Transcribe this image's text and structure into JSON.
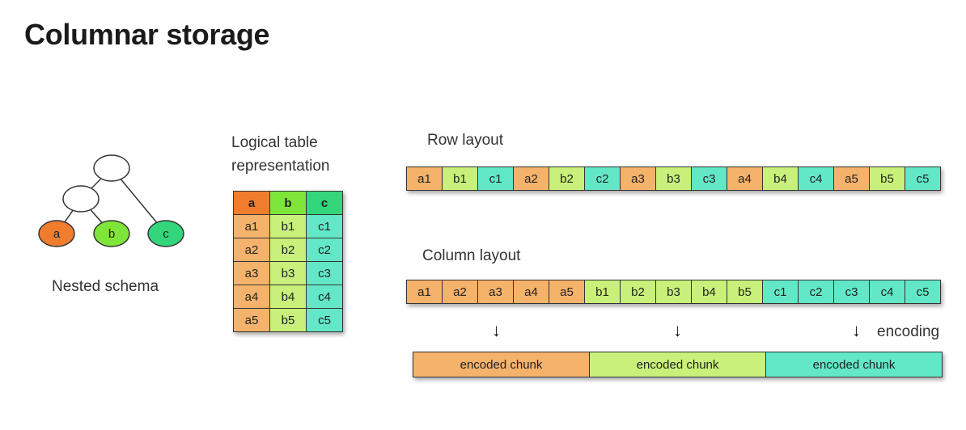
{
  "title": "Columnar storage",
  "colors": {
    "a": "#f5b26b",
    "b": "#c8f07a",
    "c": "#62e8c6",
    "a_header": "#f07d2e",
    "b_header": "#7ee53a",
    "c_header": "#33d67a"
  },
  "schema": {
    "caption": "Nested schema",
    "leaves": [
      {
        "label": "a",
        "color": "#f07d2e"
      },
      {
        "label": "b",
        "color": "#7ee53a"
      },
      {
        "label": "c",
        "color": "#33d67a"
      }
    ]
  },
  "logical_table": {
    "caption_line1": "Logical table",
    "caption_line2": "representation",
    "headers": [
      "a",
      "b",
      "c"
    ],
    "rows": [
      [
        "a1",
        "b1",
        "c1"
      ],
      [
        "a2",
        "b2",
        "c2"
      ],
      [
        "a3",
        "b3",
        "c3"
      ],
      [
        "a4",
        "b4",
        "c4"
      ],
      [
        "a5",
        "b5",
        "c5"
      ]
    ]
  },
  "row_layout": {
    "caption": "Row layout",
    "cells": [
      "a1",
      "b1",
      "c1",
      "a2",
      "b2",
      "c2",
      "a3",
      "b3",
      "c3",
      "a4",
      "b4",
      "c4",
      "a5",
      "b5",
      "c5"
    ]
  },
  "column_layout": {
    "caption": "Column layout",
    "cells": [
      "a1",
      "a2",
      "a3",
      "a4",
      "a5",
      "b1",
      "b2",
      "b3",
      "b4",
      "b5",
      "c1",
      "c2",
      "c3",
      "c4",
      "c5"
    ]
  },
  "encoding": {
    "label": "encoding",
    "arrow": "↓",
    "chunks": [
      {
        "label": "encoded chunk",
        "color": "#f5b26b"
      },
      {
        "label": "encoded chunk",
        "color": "#c8f07a"
      },
      {
        "label": "encoded chunk",
        "color": "#62e8c6"
      }
    ]
  }
}
